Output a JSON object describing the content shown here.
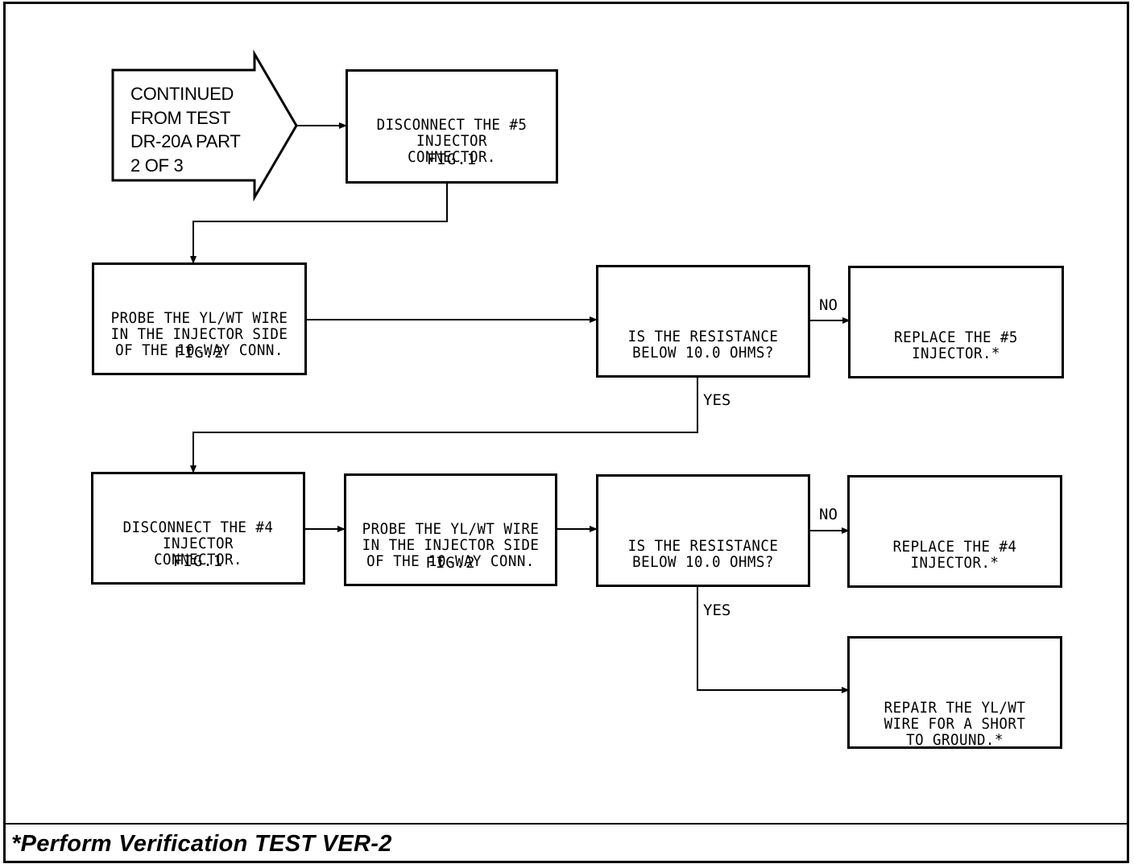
{
  "continued": {
    "lines": [
      "CONTINUED",
      "FROM TEST",
      "DR-20A PART",
      "2 OF 3"
    ]
  },
  "boxes": {
    "disconnect5": {
      "text": "DISCONNECT THE #5\nINJECTOR\nCONNECTOR.",
      "fig": "FIG.1"
    },
    "probe1": {
      "text": "PROBE THE YL/WT WIRE\nIN THE INJECTOR SIDE\nOF THE 10-WAY CONN.",
      "fig": "FIG.2"
    },
    "question1": {
      "text": "IS THE RESISTANCE\nBELOW 10.0 OHMS?"
    },
    "replace5": {
      "text": "REPLACE THE #5\nINJECTOR.*"
    },
    "disconnect4": {
      "text": "DISCONNECT THE #4\nINJECTOR\nCONNECTOR.",
      "fig": "FIG.1"
    },
    "probe2": {
      "text": "PROBE THE YL/WT WIRE\nIN THE INJECTOR SIDE\nOF THE 10-WAY CONN.",
      "fig": "FIG.2"
    },
    "question2": {
      "text": "IS THE RESISTANCE\nBELOW 10.0 OHMS?"
    },
    "replace4": {
      "text": "REPLACE THE #4\nINJECTOR.*"
    },
    "repair": {
      "text": "REPAIR THE YL/WT\nWIRE FOR A SHORT\nTO GROUND.*"
    }
  },
  "labels": {
    "no1": "NO",
    "yes1": "YES",
    "no2": "NO",
    "yes2": "YES"
  },
  "footer": "*Perform Verification TEST VER-2"
}
